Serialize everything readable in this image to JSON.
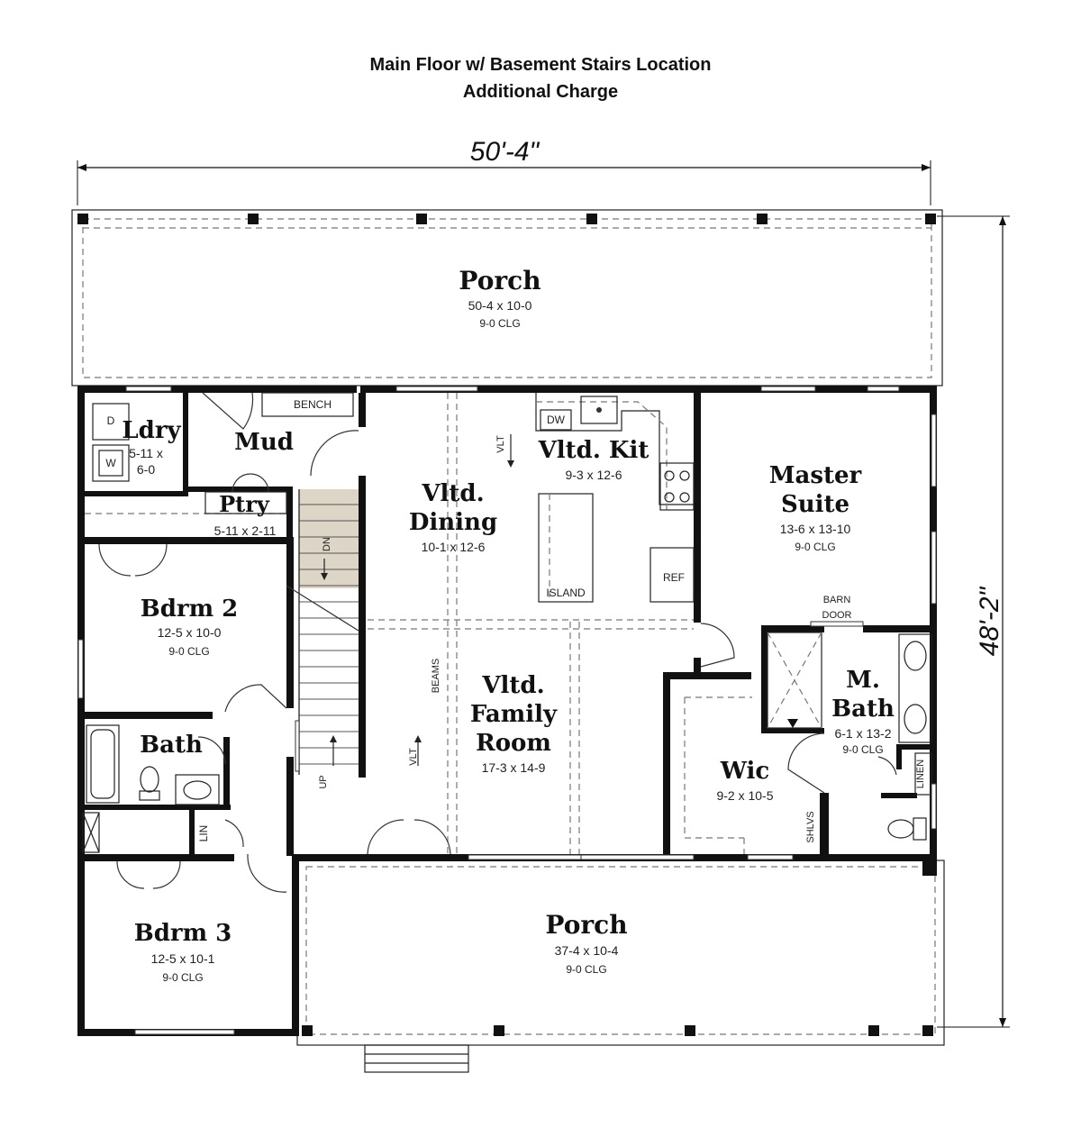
{
  "title": {
    "line1": "Main Floor w/ Basement Stairs Location",
    "line2": "Additional Charge"
  },
  "overall_dimensions": {
    "width": "50'-4\"",
    "depth": "48'-2\""
  },
  "rooms": {
    "porch_front": {
      "name": "Porch",
      "size": "50-4 x 10-0",
      "ceiling": "9-0 CLG"
    },
    "laundry": {
      "name": "Ldry",
      "size_line1": "5-11 x",
      "size_line2": "6-0"
    },
    "mud": {
      "name": "Mud"
    },
    "pantry": {
      "name": "Ptry",
      "size": "5-11 x 2-11"
    },
    "bedroom2": {
      "name": "Bdrm 2",
      "size": "12-5 x 10-0",
      "ceiling": "9-0 CLG"
    },
    "bath": {
      "name": "Bath"
    },
    "bedroom3": {
      "name": "Bdrm 3",
      "size": "12-5 x 10-1",
      "ceiling": "9-0 CLG"
    },
    "dining": {
      "name_line1": "Vltd.",
      "name_line2": "Dining",
      "size": "10-1 x 12-6"
    },
    "kitchen": {
      "name": "Vltd. Kit",
      "size": "9-3 x 12-6"
    },
    "family": {
      "name_line1": "Vltd.",
      "name_line2": "Family",
      "name_line3": "Room",
      "size": "17-3 x 14-9"
    },
    "master": {
      "name_line1": "Master",
      "name_line2": "Suite",
      "size": "13-6 x 13-10",
      "ceiling": "9-0 CLG"
    },
    "master_bath": {
      "name_line1": "M.",
      "name_line2": "Bath",
      "size": "6-1 x 13-2",
      "ceiling": "9-0 CLG"
    },
    "wic": {
      "name": "Wic",
      "size": "9-2 x 10-5"
    },
    "porch_rear": {
      "name": "Porch",
      "size": "37-4 x 10-4",
      "ceiling": "9-0 CLG"
    }
  },
  "labels": {
    "bench": "BENCH",
    "dryer": "D",
    "washer": "W",
    "dishwasher": "DW",
    "refrigerator": "REF",
    "island": "ISLAND",
    "vault_kitchen": "VLT",
    "vault_family": "VLT",
    "beams": "BEAMS",
    "stairs_down": "DN",
    "stairs_up": "UP",
    "barn_door_line1": "BARN",
    "barn_door_line2": "DOOR",
    "linen_master": "LINEN",
    "shelves": "SHLVS",
    "linen_hall": "LIN"
  },
  "colors": {
    "walls": "#111111",
    "stair_fill": "#ddd5c6",
    "background": "#ffffff"
  }
}
